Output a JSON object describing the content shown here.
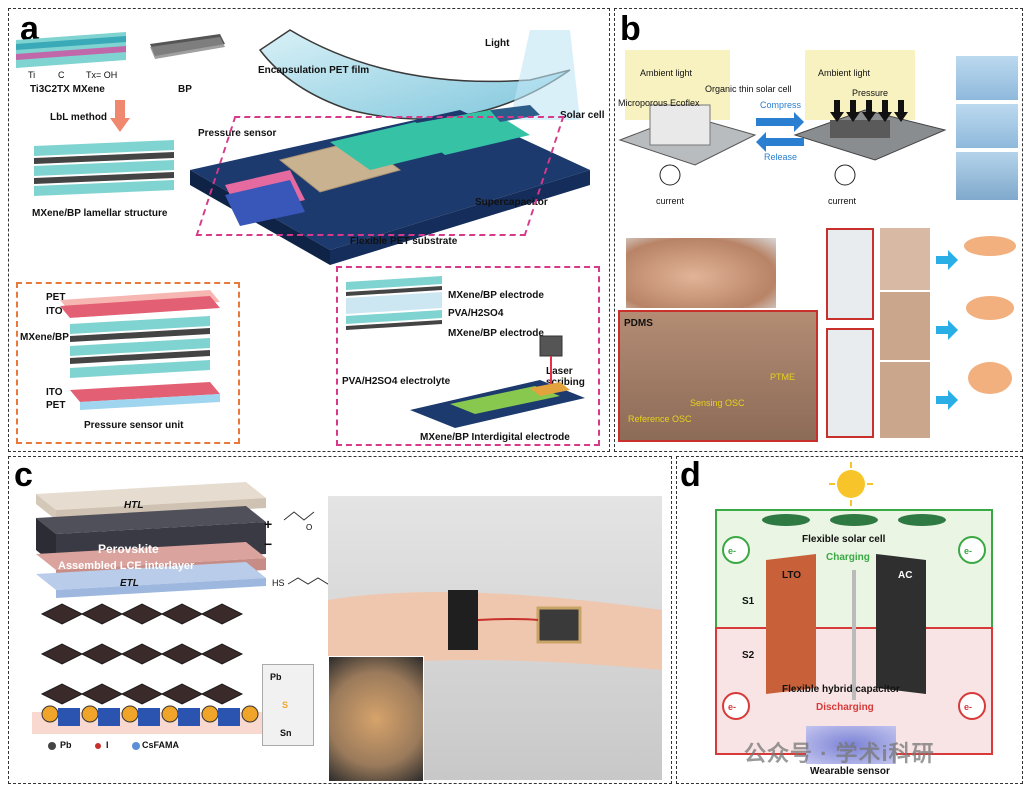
{
  "panels": {
    "a": {
      "letter": "a",
      "labels": {
        "mxene": "Ti3C2TX MXene",
        "bp": "BP",
        "legend_ti": "Ti",
        "legend_c": "C",
        "legend_tx": "Tx= OH",
        "lbl_method": "LbL method",
        "lamellar": "MXene/BP lamellar structure",
        "encapsulation": "Encapsulation PET film",
        "light": "Light",
        "solar_cell": "Solar cell",
        "pressure_sensor": "Pressure sensor",
        "supercapacitor": "Supercapacitor",
        "substrate": "Flexible PET substrate",
        "pet_top": "PET",
        "ito_top": "ITO",
        "mxene_bp": "MXene/BP",
        "ito_bottom": "ITO",
        "pet_bottom": "PET",
        "sensor_unit": "Pressure sensor unit",
        "electrode_top": "MXene/BP electrode",
        "pva": "PVA/H2SO4",
        "electrode_bottom": "MXene/BP electrode",
        "electrolyte": "PVA/H2SO4 electrolyte",
        "laser": "Laser scribing",
        "interdigital": "MXene/BP Interdigital electrode"
      }
    },
    "b": {
      "letter": "b",
      "labels": {
        "ambient1": "Ambient light",
        "organic": "Organic thin solar cell",
        "ecoflex": "Microporous Ecoflex",
        "ambient2": "Ambient light",
        "pressure": "Pressure",
        "compress": "Compress",
        "release": "Release",
        "current1": "current",
        "current2": "current",
        "pdms": "PDMS",
        "ptme": "PTME",
        "sensing": "Sensing OSC",
        "reference": "Reference OSC"
      }
    },
    "c": {
      "letter": "c",
      "labels": {
        "htl": "HTL",
        "perovskite": "Perovskite",
        "lce": "Assembled LCE interlayer",
        "etl": "ETL",
        "plus": "+",
        "minus": "−",
        "hs": "HS",
        "pb_legend": "Pb",
        "i_legend": "I",
        "csfama_legend": "CsFAMA",
        "pb_inset": "Pb",
        "sn_inset": "Sn",
        "s_atom": "S"
      }
    },
    "d": {
      "letter": "d",
      "labels": {
        "solar": "Flexible solar cell",
        "charging": "Charging",
        "lto": "LTO",
        "ac": "AC",
        "s1": "S1",
        "s2": "S2",
        "hybrid": "Flexible hybrid capacitor",
        "discharging": "Discharging",
        "sensor": "Wearable sensor",
        "e": "e-"
      }
    }
  },
  "watermark": "公众号 · 学术i科研",
  "colors": {
    "accent_orange": "#e8793b",
    "accent_pink": "#d8388a",
    "accent_red": "#c8302b",
    "blue_arrow": "#2a7fd1",
    "green_circuit": "#3aa843",
    "red_circuit": "#d83a3a"
  }
}
